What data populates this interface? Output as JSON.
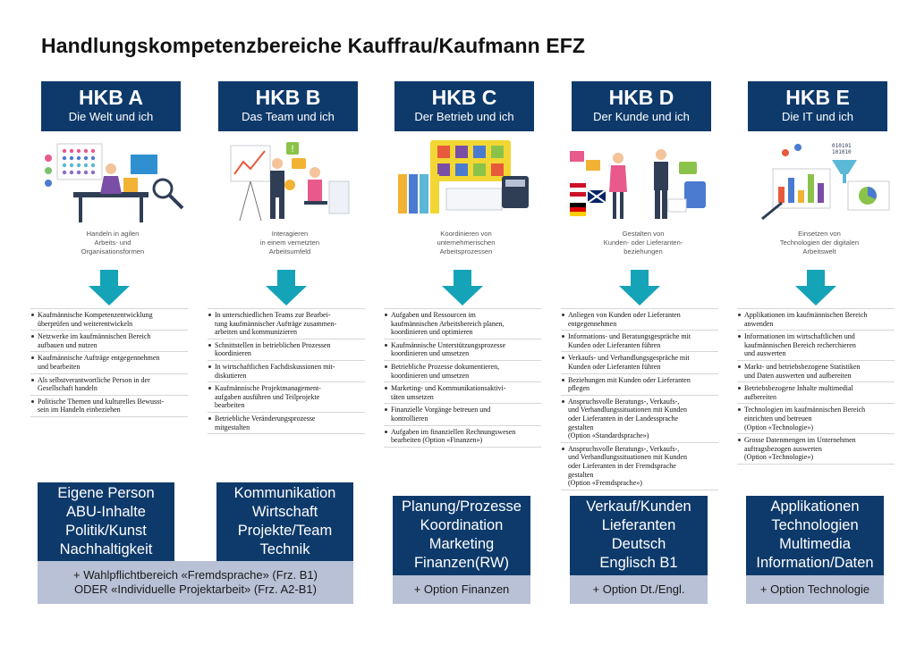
{
  "title": "Handlungskompetenzbereiche Kauffrau/Kaufmann EFZ",
  "colors": {
    "navy": "#0e3a6b",
    "teal": "#15a3b8",
    "gray": "#b9c1d6"
  },
  "columns": [
    {
      "code": "HKB A",
      "name": "Die Welt und ich",
      "caption": "Handeln in agilen\nArbeits- und\nOrganisationsformen",
      "items": [
        "Kaufmännische Kompetenzentwicklung\nüberprüfen und weiterentwickeln",
        "Netzwerke im kaufmännischen Bereich\naufbauen und nutzen",
        "Kaufmännische Aufträge entgegennehmen\nund bearbeiten",
        "Als selbstverantwortliche Person in der\nGesellschaft handeln",
        "Politische Themen und kulturelles Bewusst-\nsein im Handeln einbeziehen"
      ]
    },
    {
      "code": "HKB B",
      "name": "Das Team und ich",
      "caption": "Interagieren\nin einem vernetzten\nArbeitsumfeld",
      "items": [
        "In unterschiedlichen Teams zur Bearbei-\ntung kaufmännischer Aufträge zusammen-\narbeiten und kommunizieren",
        "Schnittstellen in betrieblichen Prozessen\nkoordinieren",
        "In wirtschaftlichen Fachdiskussionen mit-\ndiskutieren",
        "Kaufmännische Projektmanagement-\naufgaben ausführen und Teilprojekte\nbearbeiten",
        "Betriebliche Veränderungsprozesse\nmitgestalten"
      ]
    },
    {
      "code": "HKB C",
      "name": "Der Betrieb und ich",
      "caption": "Koordinieren von\nunternehmerischen\nArbeitsprozessen",
      "items": [
        "Aufgaben und Ressourcen im\nkaufmännischen Arbeitsbereich planen,\nkoordinieren und optimieren",
        "Kaufmännische Unterstützungsprozesse\nkoordinieren und umsetzen",
        "Betriebliche Prozesse dokumentieren,\nkoordinieren und umsetzen",
        "Marketing- und Kommunikationsaktivi-\ntäten umsetzen",
        "Finanzielle Vorgänge betreuen und\nkontrollieren",
        "Aufgaben im finanziellen Rechnungswesen\nbearbeiten (Option «Finanzen»)"
      ]
    },
    {
      "code": "HKB D",
      "name": "Der Kunde und ich",
      "caption": "Gestalten von\nKunden- oder Lieferanten-\nbeziehungen",
      "items": [
        "Anliegen von Kunden oder Lieferanten\nentgegennehmen",
        "Informations- und Beratungsgespräche mit\nKunden oder Lieferanten führen",
        "Verkaufs- und Verhandlungsgespräche mit\nKunden oder Lieferanten führen",
        "Beziehungen mit Kunden oder Lieferanten\npflegen",
        "Anspruchsvolle Beratungs-, Verkaufs-,\nund Verhandlungssituationen mit Kunden\noder Lieferanten in der Landessprache\ngestalten\n(Option «Standardsprache»)",
        "Anspruchsvolle Beratungs-, Verkaufs-,\nund Verhandlungssituationen mit Kunden\noder Lieferanten in der Fremdsprache\ngestalten\n(Option «Fremdsprache»)"
      ]
    },
    {
      "code": "HKB E",
      "name": "Die IT und ich",
      "caption": "Einsetzen von\nTechnologien der digitalen\nArbeitswelt",
      "items": [
        "Applikationen im kaufmännischen Bereich\nanwenden",
        "Informationen im wirtschaftlichen und\nkaufmännischen Bereich recherchieren\nund auswerten",
        "Markt- und betriebsbezogene Statistiken\nund Daten auswerten und aufbereiten",
        "Betriebsbezogene Inhalte multimedial\naufbereiten",
        "Technologien im kaufmännischen Bereich\neinrichten und betreuen\n(Option «Technologie»)",
        "Grosse Datenmengen im Unternehmen\nauftragsbezogen auswerten\n(Option «Technologie»)"
      ]
    }
  ],
  "bottom": {
    "box_a": "Eigene Person\nABU-Inhalte\nPolitik/Kunst\nNachhaltigkeit",
    "box_b": "Kommunikation\nWirtschaft\nProjekte/Team\nTechnik",
    "box_c": "Planung/Prozesse\nKoordination\nMarketing\nFinanzen(RW)",
    "box_d": "Verkauf/Kunden\nLieferanten\nDeutsch\nEnglisch B1",
    "box_e": "Applikationen\nTechnologien\nMultimedia\nInformation/Daten",
    "gray_ab_line1": "+ Wahlpflichtbereich «Fremdsprache» (Frz. B1)",
    "gray_ab_line2": "ODER «Individuelle Projektarbeit» (Frz. A2-B1)",
    "gray_c": "+ Option Finanzen",
    "gray_d": "+ Option Dt./Engl.",
    "gray_e": "+ Option Technologie"
  }
}
